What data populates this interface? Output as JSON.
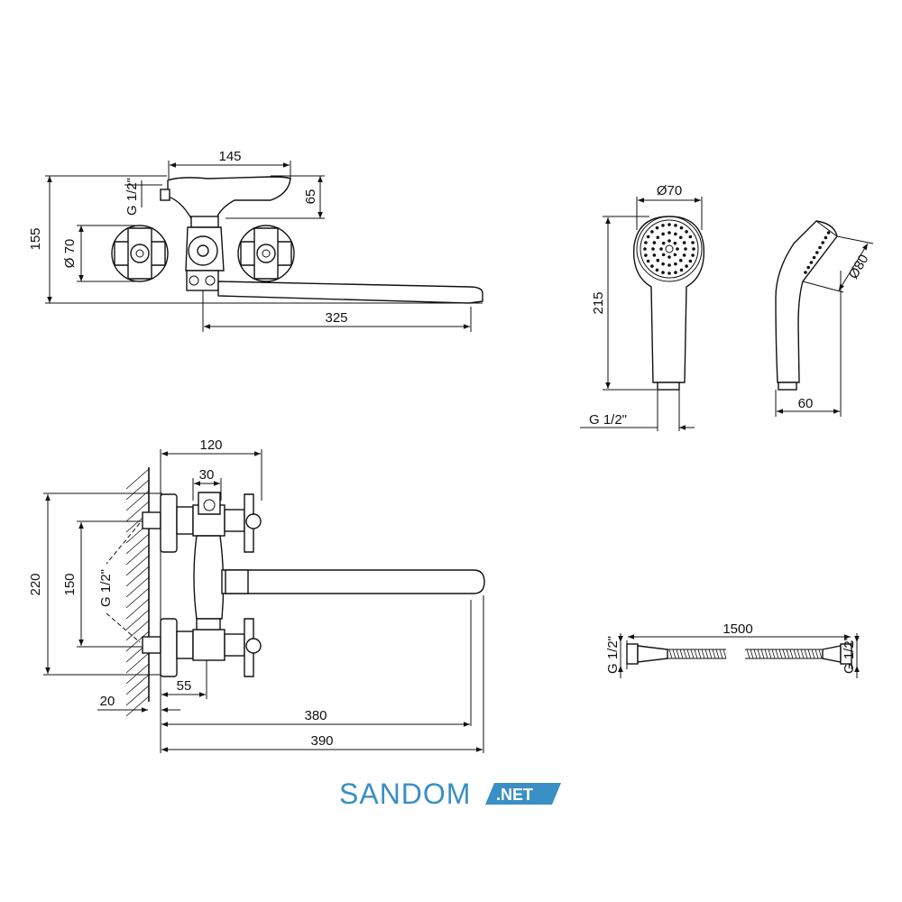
{
  "top_view": {
    "dim_length": "145",
    "dim_height": "65",
    "dim_total_height": "155",
    "dim_flange": "Ø 70",
    "dim_thread": "G 1/2\"",
    "dim_spout": "325"
  },
  "hand_shower": {
    "dim_head": "Ø70",
    "dim_length": "215",
    "dim_thread": "G 1/2\"",
    "dim_side_head": "Ø80",
    "dim_depth": "60"
  },
  "side_view": {
    "dim_120": "120",
    "dim_30": "30",
    "dim_220": "220",
    "dim_150": "150",
    "dim_thread": "G 1/2\"",
    "dim_55": "55",
    "dim_20": "20",
    "dim_380": "380",
    "dim_390": "390"
  },
  "hose": {
    "dim_length": "1500",
    "thread_left": "G 1/2\"",
    "thread_right": "G 1/2\""
  },
  "brand": {
    "name": "SANDOM",
    "suffix": ".NET",
    "color": "#3a8fc4"
  }
}
